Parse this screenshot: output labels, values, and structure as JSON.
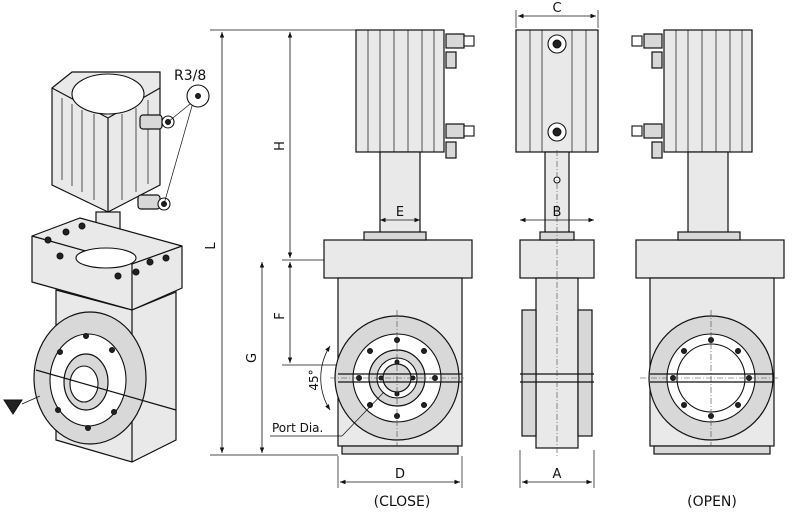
{
  "labels": {
    "thread": "R3/8",
    "dim_L": "L",
    "dim_H": "H",
    "dim_G": "G",
    "dim_F": "F",
    "dim_E": "E",
    "dim_D": "D",
    "dim_C": "C",
    "dim_B": "B",
    "dim_A": "A",
    "angle": "45°",
    "port": "Port Dia.",
    "close": "(CLOSE)",
    "open": "(OPEN)"
  }
}
